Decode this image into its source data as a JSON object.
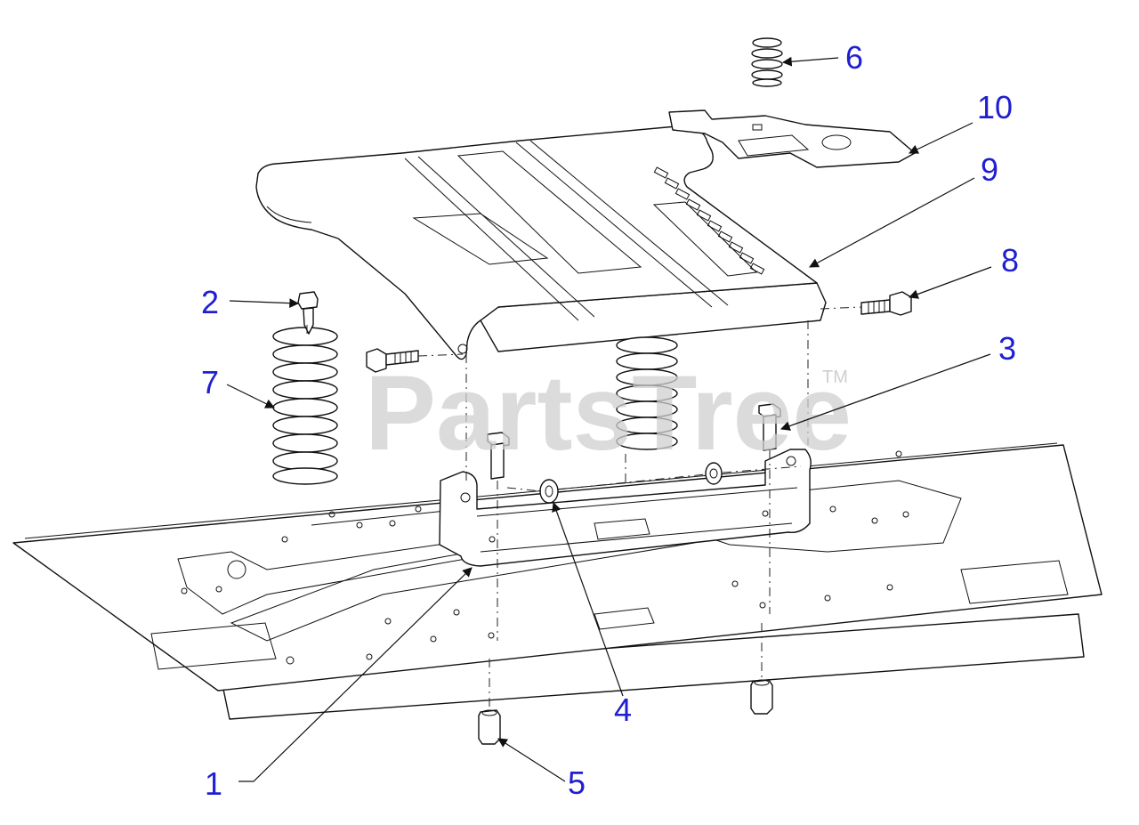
{
  "watermark": {
    "text": "PartsTree",
    "tm": "TM"
  },
  "callouts": [
    "1",
    "2",
    "3",
    "4",
    "5",
    "6",
    "7",
    "8",
    "9",
    "10"
  ]
}
